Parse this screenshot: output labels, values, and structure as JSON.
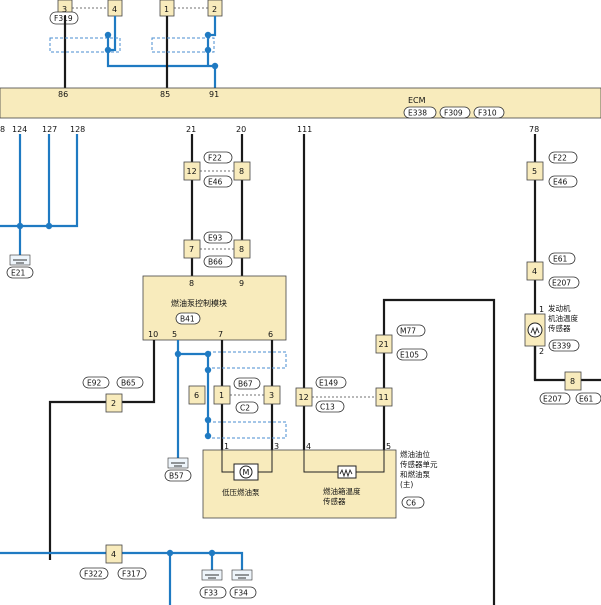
{
  "ecm": {
    "label": "ECM",
    "codes": [
      "E338",
      "F309",
      "F310"
    ],
    "pins_top": [
      "86",
      "85",
      "91"
    ],
    "pins_bottom": [
      "8",
      "124",
      "127",
      "128",
      "21",
      "20",
      "111",
      "78"
    ]
  },
  "top_connectors": {
    "numbers": [
      "3",
      "4",
      "1",
      "2"
    ],
    "code": "F319"
  },
  "ground_labels": {
    "e21": "E21",
    "b57": "B57",
    "f33": "F33",
    "f34": "F34"
  },
  "connectors": {
    "c12a": "12",
    "c8a": "8",
    "f22a": "F22",
    "e46a": "E46",
    "c7": "7",
    "c8b": "8",
    "e93": "E93",
    "b66": "B66",
    "c5": "5",
    "f22b": "F22",
    "e46b": "E46",
    "c4": "4",
    "e61": "E61",
    "e207": "E207",
    "c21": "21",
    "m77": "M77",
    "e105": "E105",
    "c12b": "12",
    "e149": "E149",
    "c13": "C13",
    "c11": "11",
    "c6": "6",
    "c1": "1",
    "c3": "3",
    "b67": "B67",
    "c2": "C2",
    "c2b": "2",
    "e92": "E92",
    "b65": "B65",
    "c4b": "4",
    "f322": "F322",
    "f317": "F317",
    "c8c": "8",
    "e207b": "E207",
    "e61b": "E61"
  },
  "fuel_pump_module": {
    "name": "燃油泵控制模块",
    "code": "B41",
    "pins_top": [
      "8",
      "9"
    ],
    "pins_bottom": [
      "10",
      "5",
      "7",
      "6"
    ]
  },
  "sensor_unit": {
    "title_lines": [
      "燃油油位",
      "传感器单元",
      "和燃油泵",
      "(主)"
    ],
    "code": "C6",
    "pump_label": "低压燃油泵",
    "temp_label_lines": [
      "燃油箱温度",
      "传感器"
    ],
    "pins": [
      "1",
      "3",
      "4",
      "5"
    ],
    "motor_symbol": "M"
  },
  "engine_oil_sensor": {
    "label_lines": [
      "发动机",
      "机油温度",
      "传感器"
    ],
    "code": "E339",
    "pins": [
      "1",
      "2"
    ]
  }
}
